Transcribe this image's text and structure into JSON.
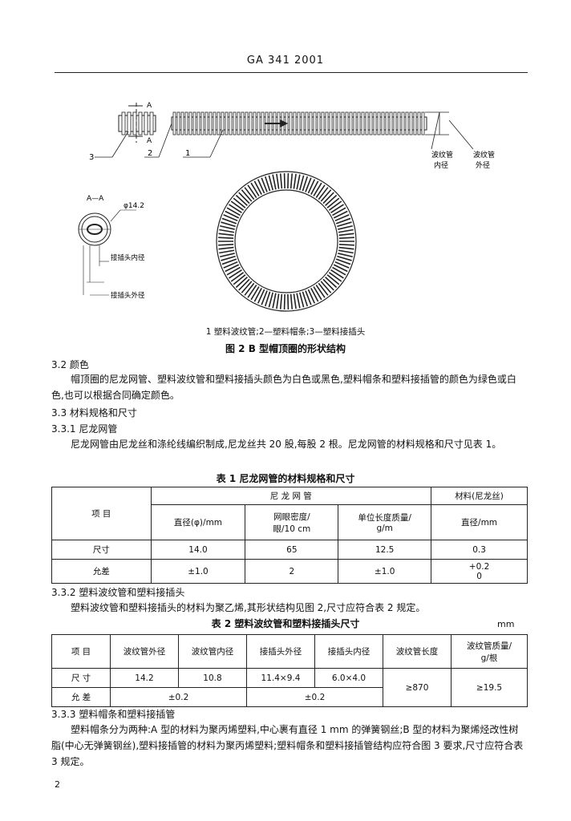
{
  "header": {
    "title": "GA 341 2001"
  },
  "figure": {
    "labels": {
      "a_top": "A",
      "a_bottom": "A",
      "n3": "3",
      "n2": "2",
      "n1": "1",
      "inner_dia_1": "波纹管",
      "inner_dia_2": "内径",
      "outer_dia_1": "波纹管",
      "outer_dia_2": "外径",
      "section": "A—A",
      "phi": "φ14.2",
      "plug_inner": "接插头内径",
      "plug_outer": "接插头外径"
    },
    "legend": "1 塑料波纹管;2—塑料帽条;3—塑料接插头",
    "caption": "图 2 B 型帽顶圈的形状结构"
  },
  "s32": {
    "heading": "3.2 颜色",
    "para": "帽顶圈的尼龙网管、塑料波纹管和塑料接插头颜色为白色或黑色,塑料帽条和塑料接插管的颜色为绿色或白色,也可以根据合同确定颜色。"
  },
  "s33": {
    "heading": "3.3 材料规格和尺寸"
  },
  "s331": {
    "heading": "3.3.1 尼龙网管",
    "para": "尼龙网管由尼龙丝和涤纶线编织制成,尼龙丝共 20 股,每股 2 根。尼龙网管的材料规格和尺寸见表 1。"
  },
  "table1": {
    "caption": "表 1 尼龙网管的材料规格和尺寸",
    "h_item": "项 目",
    "h_group": "尼 龙 网 管",
    "h_group2": "材料(尼龙丝)",
    "h_dia": "直径(φ)/mm",
    "h_density": "网眼密度/",
    "h_density2": "眼/10 cm",
    "h_mass": "单位长度质量/",
    "h_mass2": "g/m",
    "h_wire": "直径/mm",
    "rows": [
      {
        "label": "尺寸",
        "dia": "14.0",
        "density": "65",
        "mass": "12.5",
        "wire": "0.3"
      },
      {
        "label": "允差",
        "dia": "±1.0",
        "density": "2",
        "mass": "±1.0",
        "wire_1": "+0.2",
        "wire_2": "0"
      }
    ]
  },
  "s332": {
    "heading": "3.3.2 塑料波纹管和塑料接插头",
    "para": "塑料波纹管和塑料接插头的材料为聚乙烯,其形状结构见图 2,尺寸应符合表 2 规定。"
  },
  "table2": {
    "caption": "表 2 塑料波纹管和塑料接插头尺寸",
    "unit": "mm",
    "headers": [
      "项 目",
      "波纹管外径",
      "波纹管内径",
      "接插头外径",
      "接插头内径",
      "波纹管长度"
    ],
    "h_mass": "波纹管质量/",
    "h_mass2": "g/根",
    "row1": {
      "label": "尺 寸",
      "v": [
        "14.2",
        "10.8",
        "11.4×9.4",
        "6.0×4.0"
      ],
      "len": "≥870",
      "mass": "≥19.5"
    },
    "row2": {
      "label": "允 差",
      "tol_a": "±0.2",
      "tol_b": "±0.2"
    }
  },
  "s333": {
    "heading": "3.3.3 塑料帽条和塑料接插管",
    "para": "塑料帽条分为两种:A 型的材料为聚丙烯塑料,中心裹有直径 1 mm 的弹簧钢丝;B 型的材料为聚烯烃改性树脂(中心无弹簧钢丝),塑料接插管的材料为聚丙烯塑料;塑料帽条和塑料接插管结构应符合图 3 要求,尺寸应符合表 3 规定。"
  },
  "page_number": "2"
}
